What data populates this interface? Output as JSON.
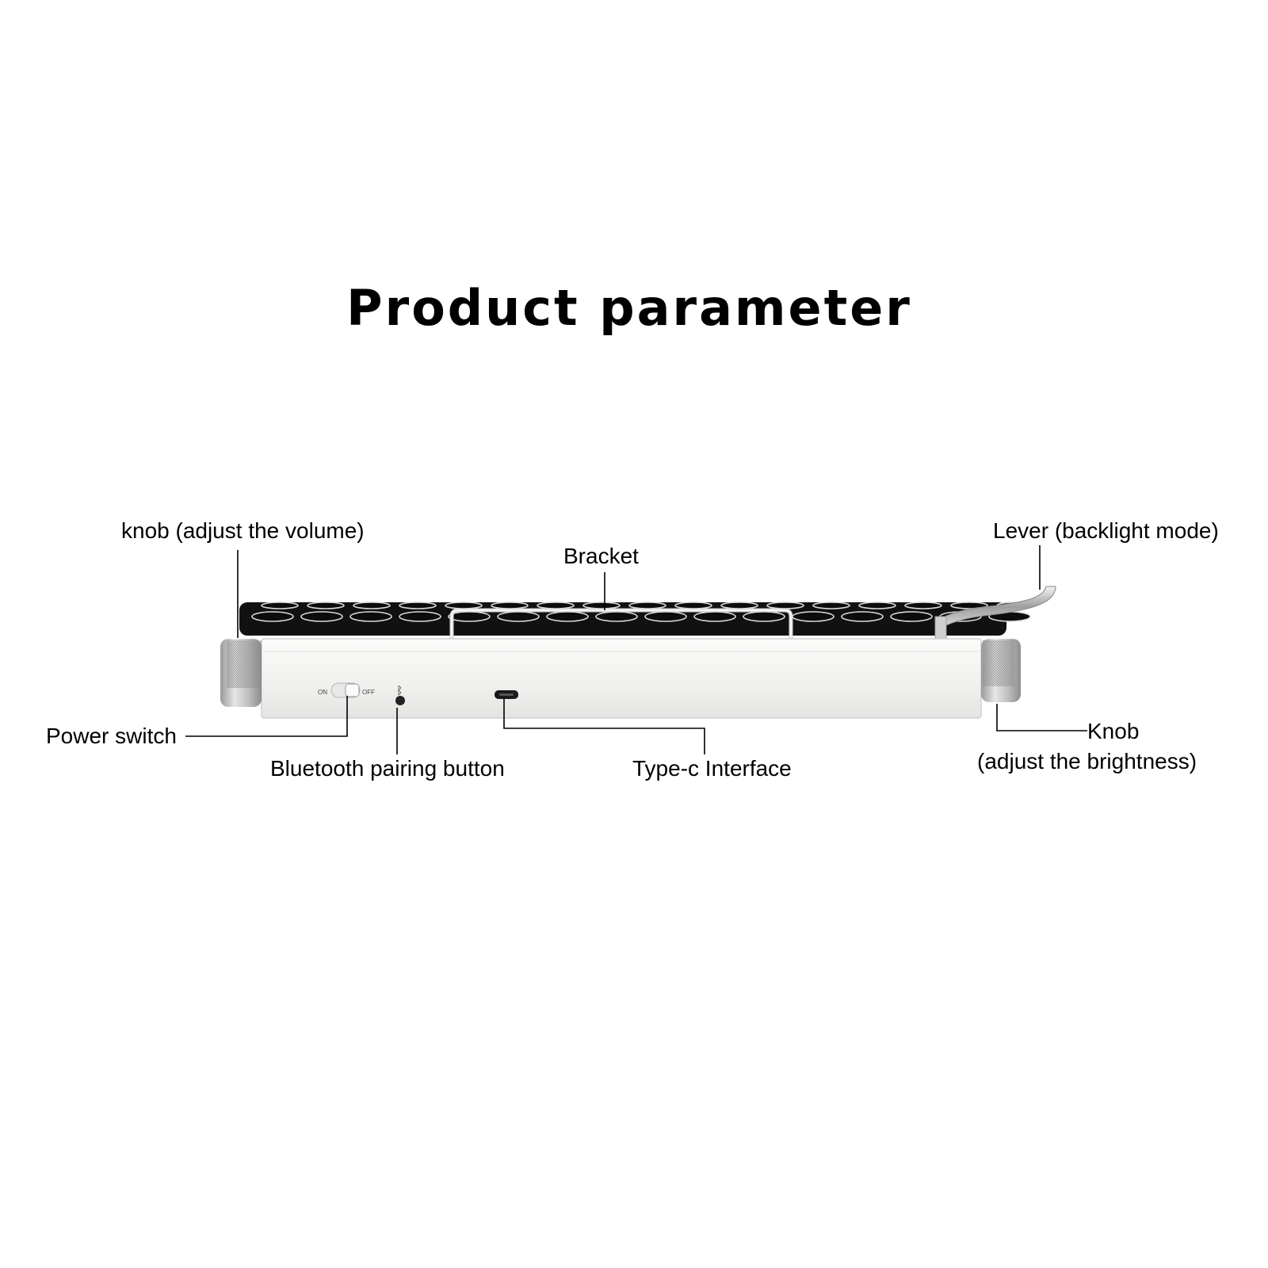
{
  "title": "Product parameter",
  "callouts": {
    "knob_volume": "knob (adjust the volume)",
    "bracket": "Bracket",
    "lever": "Lever (backlight mode)",
    "power_switch": "Power switch",
    "bluetooth_button": "Bluetooth pairing button",
    "type_c": "Type-c Interface",
    "knob_brightness_line1": "Knob",
    "knob_brightness_line2": "(adjust the brightness)"
  },
  "device_markings": {
    "switch_on": "ON",
    "switch_off": "OFF"
  },
  "colors": {
    "body": "#f2f2f0",
    "keycap": "#111111",
    "metal": "#c9c9c9",
    "leader_line": "#000000"
  }
}
